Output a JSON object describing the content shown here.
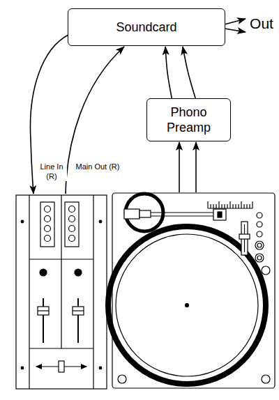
{
  "diagram": {
    "nodes": [
      {
        "text": [
          "Soundcard"
        ]
      },
      {
        "text": [
          "Phono Preamp"
        ]
      }
    ],
    "edges": [
      {
        "from": 1,
        "to": 0,
        "arrow": "to"
      },
      {
        "from": 1,
        "to": 0,
        "arrow": "to"
      }
    ],
    "labels": [
      "Out",
      "Line In (R)",
      "Main Out (R)"
    ]
  }
}
